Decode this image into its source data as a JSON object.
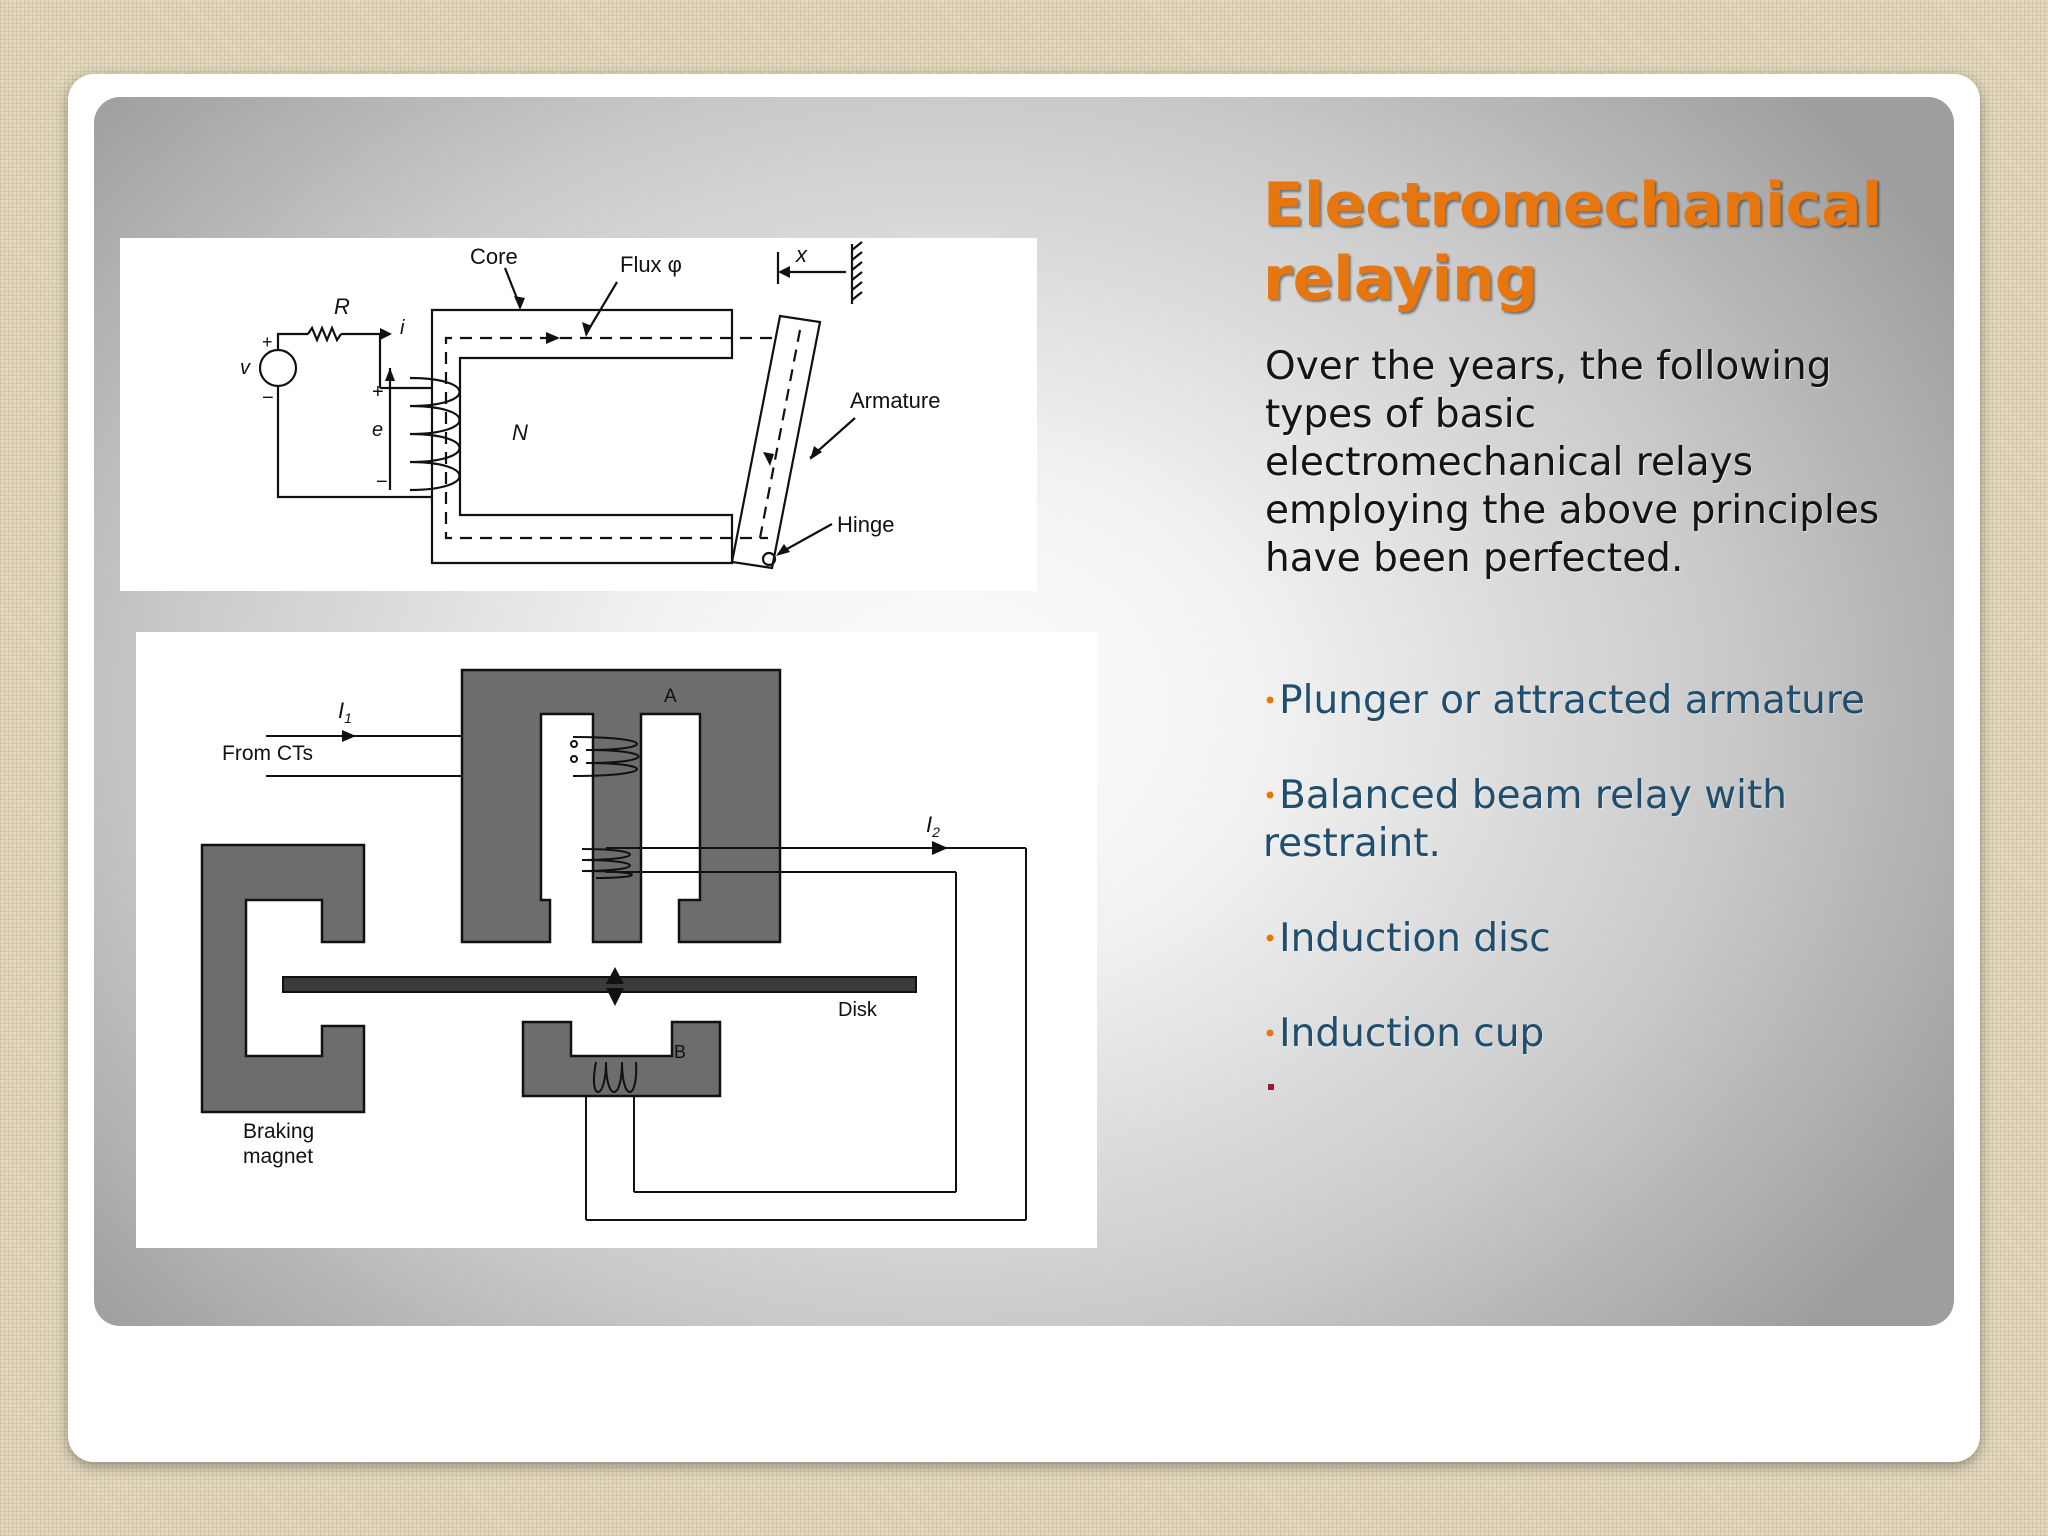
{
  "slide": {
    "title": "Electromechanical relaying",
    "intro": "Over the years, the following types of basic electromechanical relays employing the above principles have been perfected.",
    "bullets": [
      "Plunger or attracted armature",
      "Balanced beam relay with restraint.",
      "Induction disc",
      "Induction cup"
    ],
    "stray_mark": "."
  },
  "figure1": {
    "labels": {
      "core": "Core",
      "flux": "Flux φ",
      "x": "x",
      "r": "R",
      "i": "i",
      "plus_top": "+",
      "v": "v",
      "plus_v": "+",
      "minus_v": "−",
      "e": "e",
      "minus_e": "−",
      "n": "N",
      "armature": "Armature",
      "hinge": "Hinge"
    }
  },
  "figure2": {
    "labels": {
      "from_cts": "From CTs",
      "i1": "I",
      "i1_sub": "1",
      "a": "A",
      "i2": "I",
      "i2_sub": "2",
      "disk": "Disk",
      "b": "B",
      "braking": "Braking",
      "magnet": "magnet"
    }
  },
  "colors": {
    "title": "#e8760f",
    "bullet_text": "#1f4e6e",
    "core_fill": "#6d6d6d"
  }
}
